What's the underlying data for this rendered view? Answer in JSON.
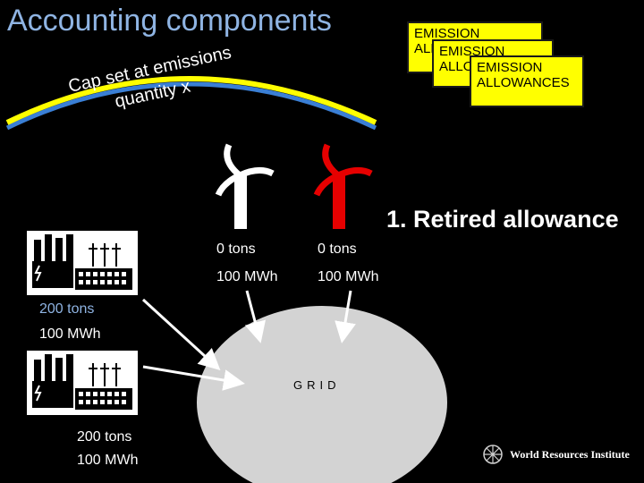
{
  "slide": {
    "title": "Accounting components",
    "cap_label_line1": "Cap set at emissions",
    "cap_label_line2": "quantity x",
    "allowances": [
      "EMISSION ALLOWANCES",
      "EMISSION ALLOWANCES",
      "EMISSION ALLOWANCES"
    ],
    "retired_label": "1. Retired allowance",
    "turbine1": {
      "tons": "0 tons",
      "mwh": "100 MWh",
      "color": "#ffffff"
    },
    "turbine2": {
      "tons": "0 tons",
      "mwh": "100 MWh",
      "color": "#e60000"
    },
    "plant1": {
      "tons": "200 tons",
      "mwh": "100 MWh"
    },
    "plant2": {
      "tons": "200 tons",
      "mwh": "100 MWh"
    },
    "grid_label": "GRID",
    "logo_text": "World Resources Institute",
    "colors": {
      "title": "#8fb4e3",
      "allowance": "#ffff00",
      "arc_top": "#ffff00",
      "arc_bottom": "#3a7fd5",
      "grid": "#d3d3d3"
    }
  }
}
